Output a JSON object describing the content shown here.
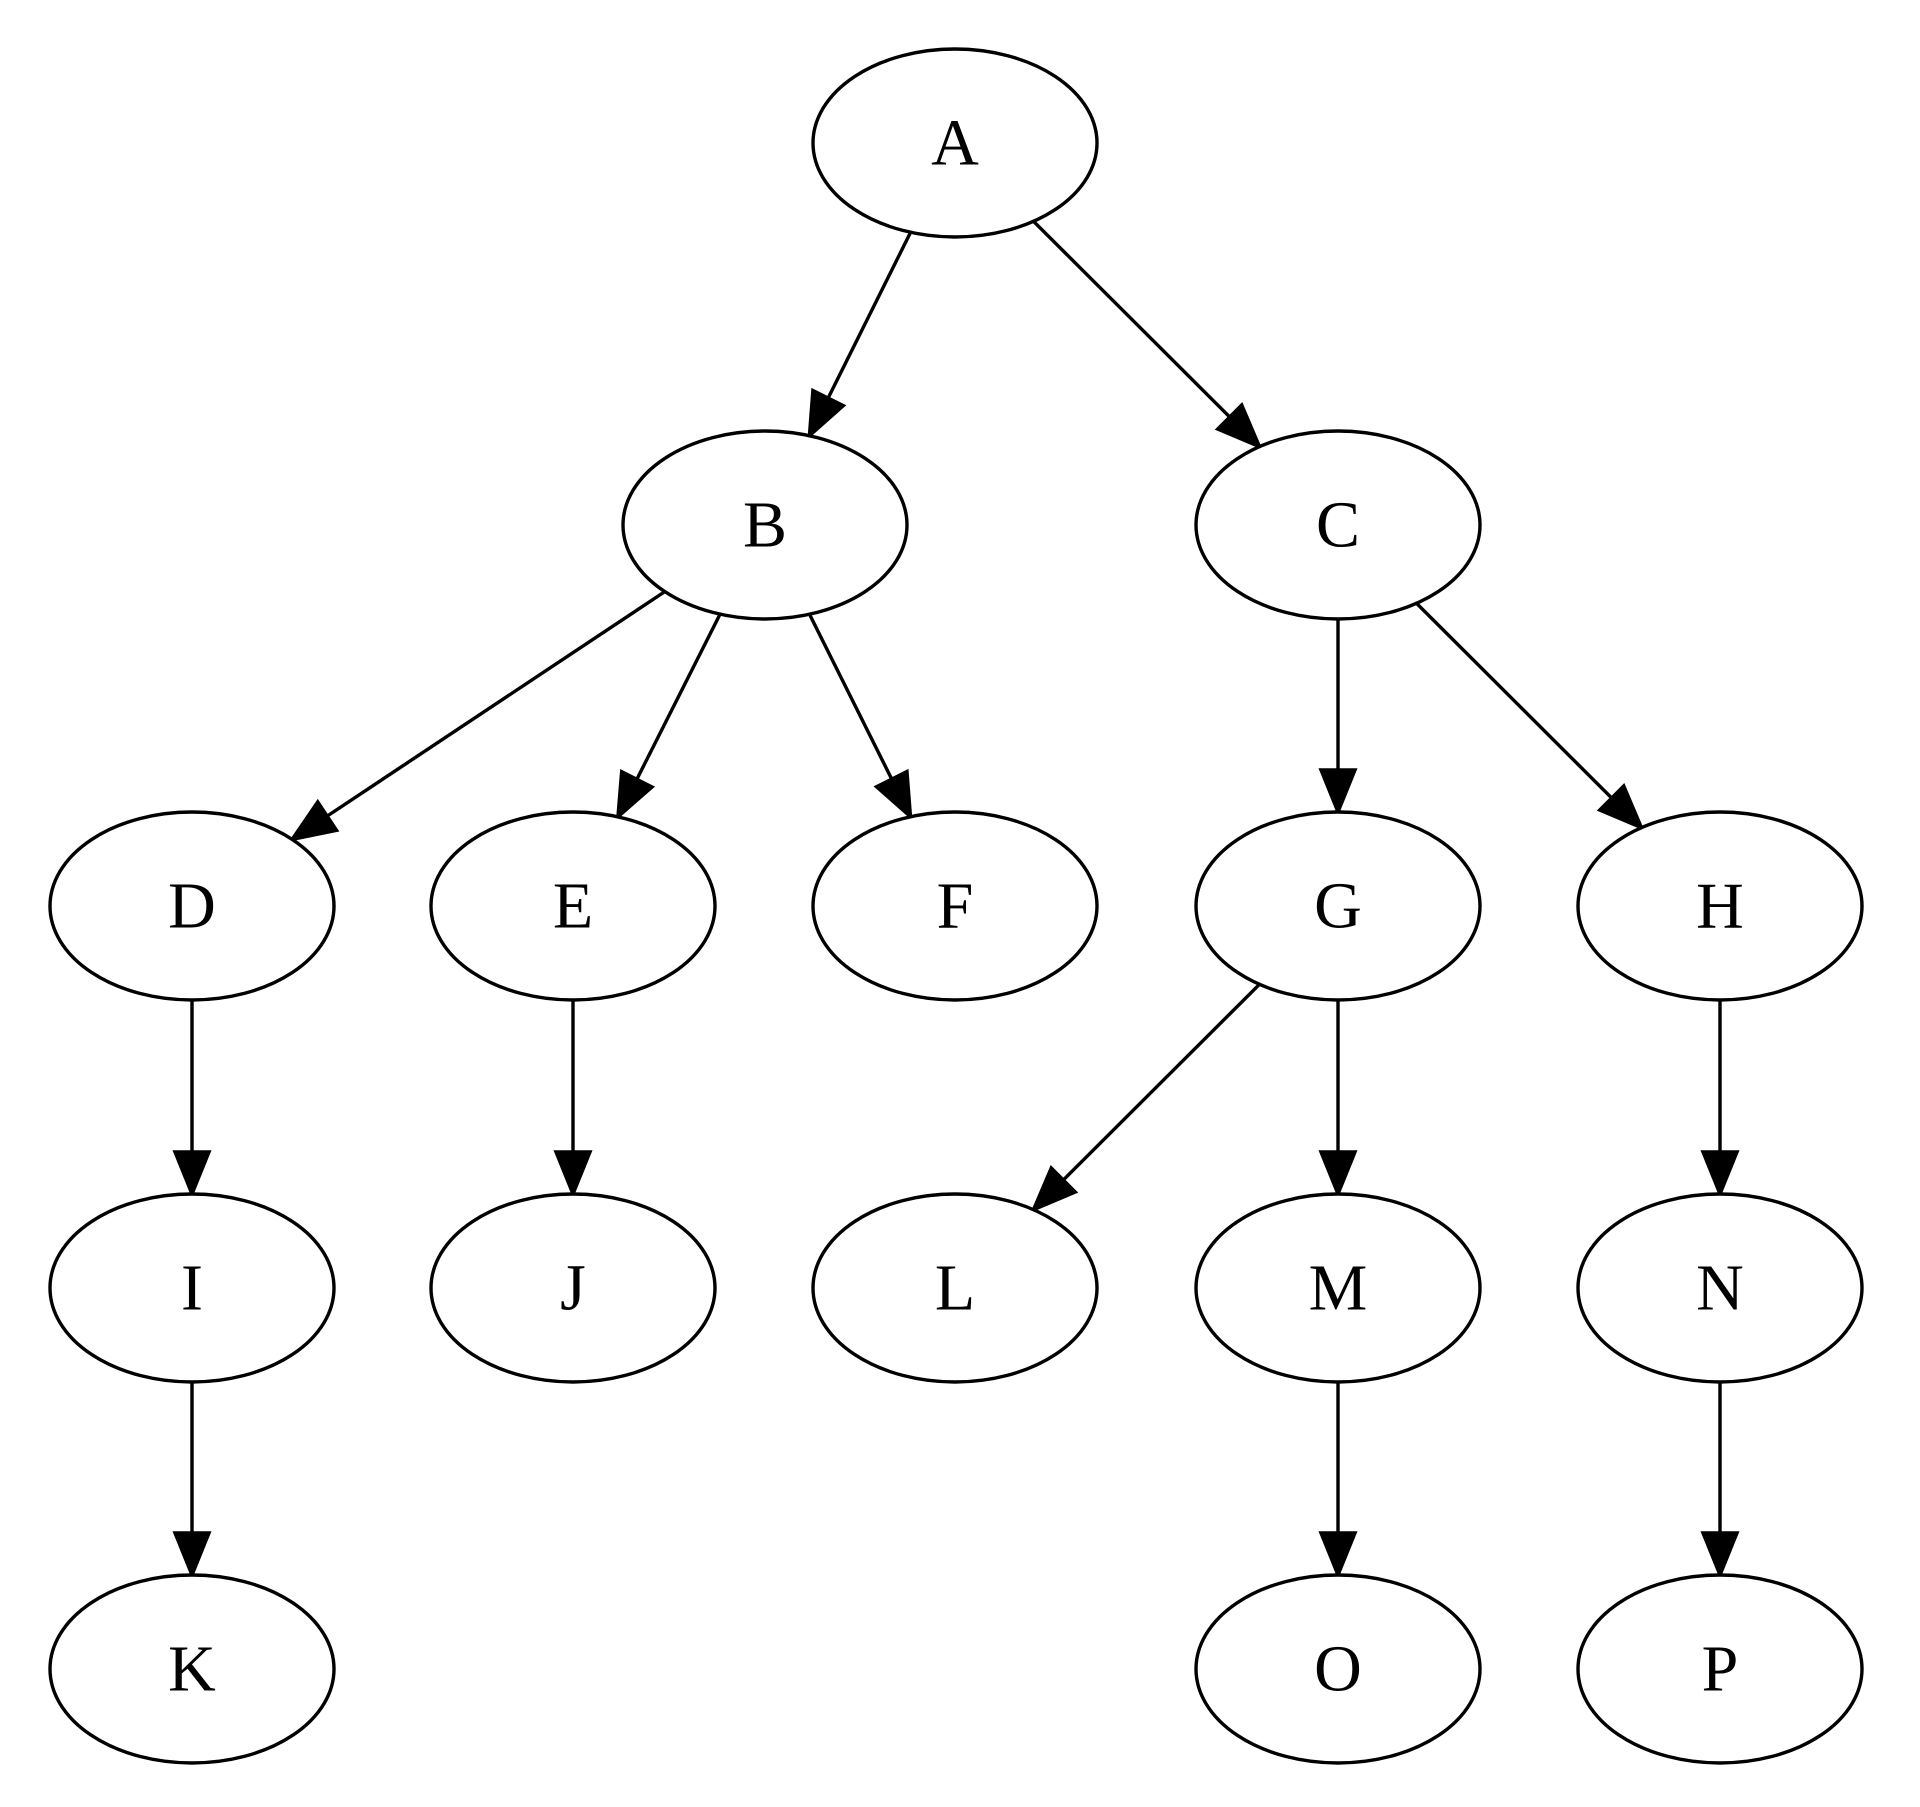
{
  "diagram": {
    "nodes": [
      {
        "id": "A",
        "label": "A"
      },
      {
        "id": "B",
        "label": "B"
      },
      {
        "id": "C",
        "label": "C"
      },
      {
        "id": "D",
        "label": "D"
      },
      {
        "id": "E",
        "label": "E"
      },
      {
        "id": "F",
        "label": "F"
      },
      {
        "id": "G",
        "label": "G"
      },
      {
        "id": "H",
        "label": "H"
      },
      {
        "id": "I",
        "label": "I"
      },
      {
        "id": "J",
        "label": "J"
      },
      {
        "id": "L",
        "label": "L"
      },
      {
        "id": "M",
        "label": "M"
      },
      {
        "id": "N",
        "label": "N"
      },
      {
        "id": "K",
        "label": "K"
      },
      {
        "id": "O",
        "label": "O"
      },
      {
        "id": "P",
        "label": "P"
      }
    ],
    "edges": [
      {
        "from": "A",
        "to": "B"
      },
      {
        "from": "A",
        "to": "C"
      },
      {
        "from": "B",
        "to": "D"
      },
      {
        "from": "B",
        "to": "E"
      },
      {
        "from": "B",
        "to": "F"
      },
      {
        "from": "C",
        "to": "G"
      },
      {
        "from": "C",
        "to": "H"
      },
      {
        "from": "D",
        "to": "I"
      },
      {
        "from": "E",
        "to": "J"
      },
      {
        "from": "G",
        "to": "L"
      },
      {
        "from": "G",
        "to": "M"
      },
      {
        "from": "H",
        "to": "N"
      },
      {
        "from": "I",
        "to": "K"
      },
      {
        "from": "M",
        "to": "O"
      },
      {
        "from": "N",
        "to": "P"
      }
    ]
  }
}
